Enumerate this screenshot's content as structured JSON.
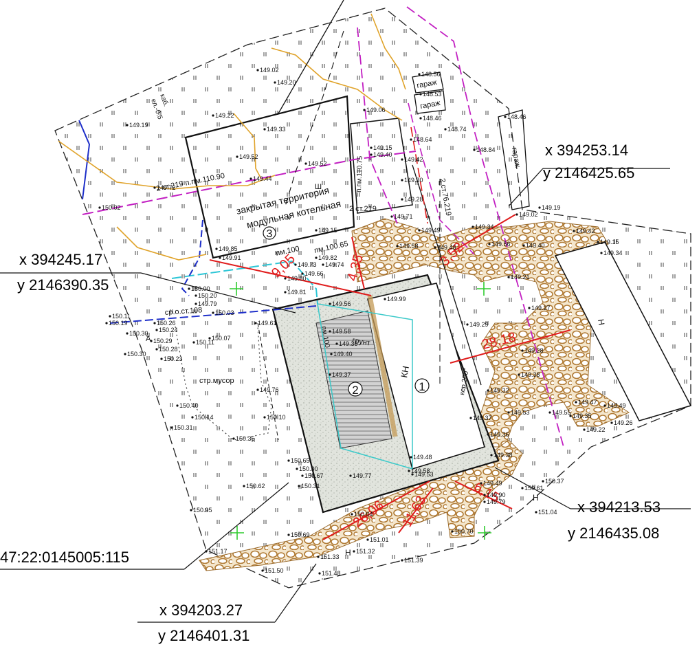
{
  "callouts": {
    "top_right": {
      "x": "x 394253.14",
      "y": "y 2146425.65"
    },
    "left": {
      "x": "x 394245.17",
      "y": "y 2146390.35"
    },
    "right_bottom": {
      "x": "x 394213.53",
      "y": "y 2146435.08"
    },
    "bottom": {
      "x": "x 394203.27",
      "y": "y 2146401.31"
    },
    "parcel_id": "47:22:0145005:115"
  },
  "dimensions": [
    "28,18",
    "4,35",
    "9,05",
    "3,52",
    "26,06",
    "11,63",
    "6,15"
  ],
  "labels": {
    "closed_area": "закрытая территория",
    "modular_boiler": "модульная котельная",
    "garbage": "стр.мусор",
    "garage1": "гараж",
    "garage2": "гараж",
    "garage3": "гараж",
    "kn": "КН",
    "grunt": "грунт",
    "num1": "1",
    "num2": "2",
    "num3": "3",
    "pipe1": "2 ст.219 п.пм.110.90",
    "pipe2": "2 ст.219",
    "pipe3": "п.пм.110.75",
    "pipe4": "пм.100",
    "pipe5": "пм.100.65",
    "pipe6": "2 ст.76.219",
    "pipe7": "ср.о.ст.108",
    "pipe8": "кер.200",
    "pipe9": "пм.100",
    "kab": "каб.",
    "kab2": "ел.-0.5",
    "n1": "Н",
    "n2": "Н",
    "n3": "Н",
    "a": "А",
    "sh": "Ш"
  },
  "elevations": [
    "149.02",
    "149.20",
    "149.22",
    "149.33",
    "149.19",
    "149.52",
    "149.72",
    "150.02",
    "149.44",
    "149.52",
    "149.06",
    "149.15",
    "149.40",
    "149.42",
    "149.30",
    "149.28",
    "149.71",
    "149.15",
    "149.49",
    "149.58",
    "149.48",
    "149.34",
    "149.40",
    "149.56",
    "149.42",
    "149.15",
    "149.34",
    "149.19",
    "149.02",
    "148.46",
    "148.84",
    "148.64",
    "148.74",
    "148.56",
    "148.53",
    "148.46",
    "150.00",
    "150.20",
    "149.79",
    "150.03",
    "150.11",
    "150.26",
    "150.24",
    "150.30",
    "150.29",
    "150.28",
    "150.11",
    "150.07",
    "150.23",
    "150.30",
    "150.19",
    "149.61",
    "149.80",
    "149.81",
    "149.66",
    "149.74",
    "149.73",
    "149.82",
    "149.85",
    "149.91",
    "149.56",
    "149.58",
    "149.35",
    "149.40",
    "149.37",
    "149.76",
    "150.40",
    "150.14",
    "150.31",
    "150.36",
    "150.10",
    "149.29",
    "149.28",
    "149.27",
    "149.38",
    "149.21",
    "149.32",
    "149.37",
    "149.53",
    "149.55",
    "149.47",
    "149.35",
    "149.22",
    "149.26",
    "149.49",
    "149.36",
    "149.38",
    "149.48",
    "149.53",
    "149.58",
    "149.49",
    "149.90",
    "149.79",
    "150.37",
    "150.61",
    "151.04",
    "150.65",
    "150.30",
    "150.67",
    "150.31",
    "150.62",
    "150.95",
    "149.77",
    "150.04",
    "150.69",
    "151.01",
    "150.70",
    "151.17",
    "151.33",
    "151.32",
    "151.39",
    "151.50",
    "151.48",
    "149.99"
  ]
}
